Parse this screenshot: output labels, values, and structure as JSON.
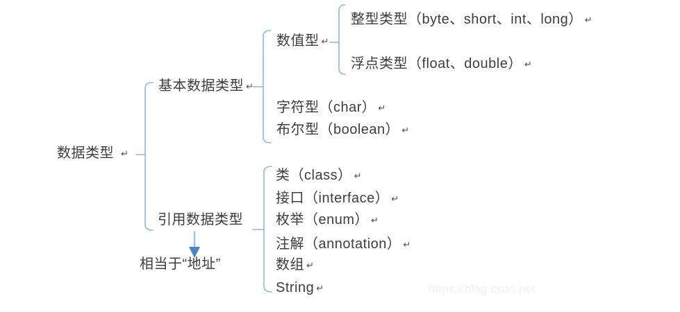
{
  "marks": {
    "return": "↵"
  },
  "colors": {
    "brace": "#8fb5e5",
    "arrow_stem": "#9cc3e8",
    "arrow_head": "#4a86c8",
    "text": "#3d3d3d",
    "watermark": "#f0f0f0"
  },
  "nodes": {
    "root": "数据类型",
    "basic": "基本数据类型",
    "reference": "引用数据类型",
    "numeric": "数值型",
    "integer": "整型类型（byte、short、int、long）",
    "floating": "浮点类型（float、double）",
    "char": "字符型（char）",
    "boolean": "布尔型（boolean）",
    "class": "类（class）",
    "interface": "接口（interface）",
    "enum": "枚举（enum）",
    "annotation": "注解（annotation）",
    "array": "数组",
    "string": "String",
    "note": "相当于“地址”"
  },
  "watermark": "https://blog.csdn.net"
}
